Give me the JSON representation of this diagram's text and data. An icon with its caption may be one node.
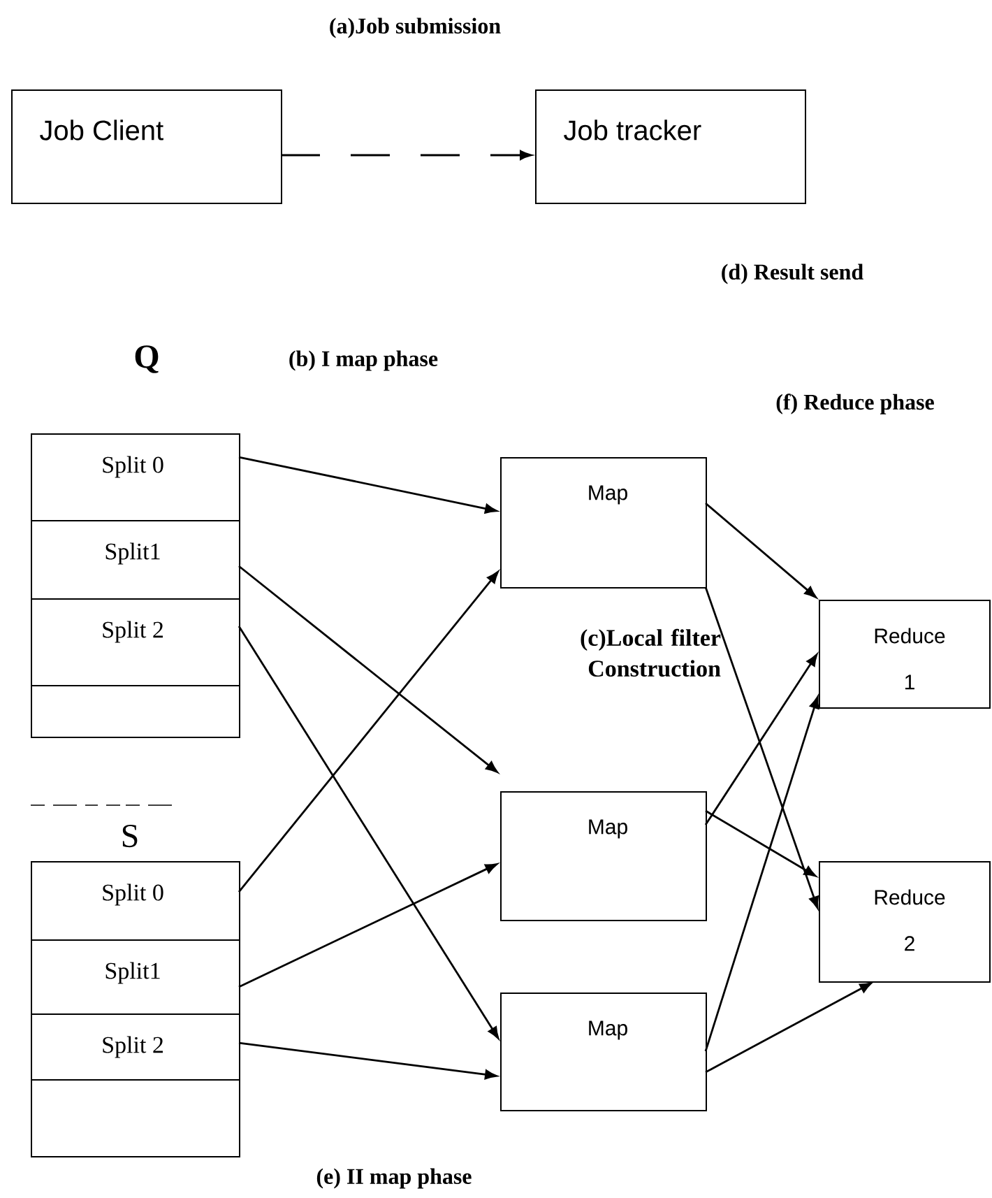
{
  "diagram": {
    "nodes": [
      {
        "text": [
          "Job Client"
        ]
      },
      {
        "text": [
          "Job tracker"
        ]
      },
      {
        "text": [
          "Split 0"
        ]
      },
      {
        "text": [
          "Split1"
        ]
      },
      {
        "text": [
          "Split 2"
        ]
      },
      {
        "text": [],
        "shape": "box"
      },
      {
        "text": [
          "Split 0"
        ]
      },
      {
        "text": [
          "Split1"
        ]
      },
      {
        "text": [
          "Split 2"
        ]
      },
      {
        "text": [],
        "shape": "box"
      },
      {
        "text": [
          "Map"
        ]
      },
      {
        "text": [
          "Map"
        ]
      },
      {
        "text": [
          "Map"
        ]
      },
      {
        "text": [
          "Reduce 1"
        ]
      },
      {
        "text": [
          "Reduce 2"
        ]
      }
    ],
    "edges": [
      {
        "from": 0,
        "to": 1,
        "arrow": "to",
        "style": "dashed"
      },
      {
        "from": 2,
        "to": 10,
        "arrow": "to"
      },
      {
        "from": 3,
        "to": 11,
        "arrow": "to"
      },
      {
        "from": 4,
        "to": 12,
        "arrow": "to"
      },
      {
        "from": 6,
        "to": 10,
        "arrow": "to"
      },
      {
        "from": 7,
        "to": 11,
        "arrow": "to"
      },
      {
        "from": 8,
        "to": 12,
        "arrow": "to"
      },
      {
        "from": 10,
        "to": 13,
        "arrow": "to"
      },
      {
        "from": 10,
        "to": 14,
        "arrow": "to"
      },
      {
        "from": 11,
        "to": 13,
        "arrow": "to"
      },
      {
        "from": 11,
        "to": 14,
        "arrow": "to"
      },
      {
        "from": 12,
        "to": 13,
        "arrow": "to"
      },
      {
        "from": 12,
        "to": 14,
        "arrow": "to"
      }
    ],
    "labels": [
      "(a)Job submission",
      "(d) Result send",
      "Q",
      "(b) I map phase",
      "(f) Reduce phase",
      "(c)Local filter Construction",
      "S",
      "(e) II map phase"
    ]
  }
}
